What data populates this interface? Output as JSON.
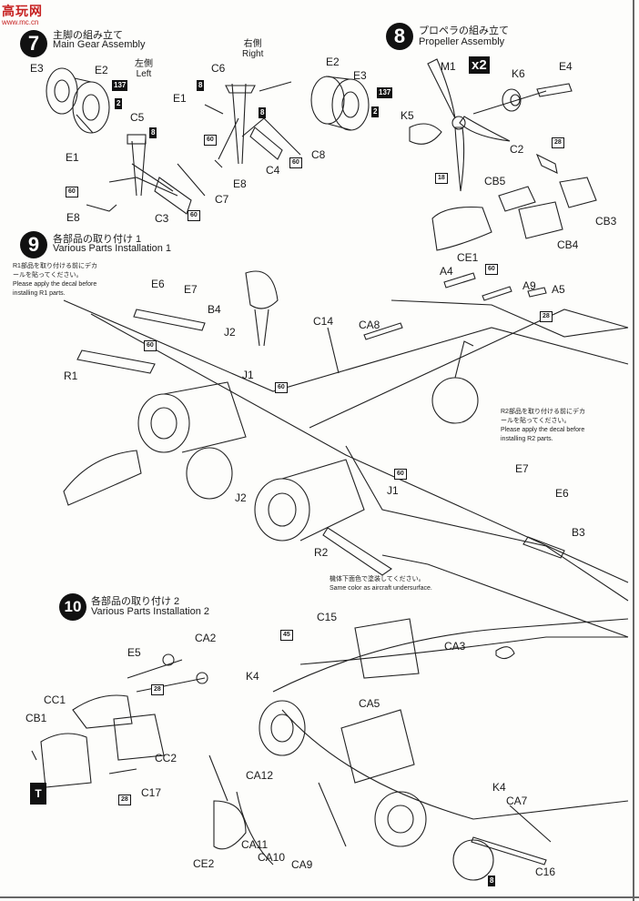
{
  "watermark": {
    "site": "高玩网",
    "sub": "www.mc.cn"
  },
  "steps": [
    {
      "num": "7",
      "jp": "主脚の組み立て",
      "en": "Main Gear Assembly"
    },
    {
      "num": "8",
      "jp": "プロペラの組み立て",
      "en": "Propeller Assembly"
    },
    {
      "num": "9",
      "jp": "各部品の取り付け 1",
      "en": "Various Parts Installation 1"
    },
    {
      "num": "10",
      "jp": "各部品の取り付け 2",
      "en": "Various Parts Installation 2"
    }
  ],
  "sides": {
    "left_jp": "左側",
    "left_en": "Left",
    "right_jp": "右側",
    "right_en": "Right"
  },
  "quantity": "x2",
  "notes": {
    "r1_jp": "R1部品を取り付ける前にデカ",
    "r1_jp2": "ールを貼ってください。",
    "r1_en": "Please apply the decal before",
    "r1_en2": "installing R1 parts.",
    "r2_jp": "R2部品を取り付ける前にデカ",
    "r2_jp2": "ールを貼ってください。",
    "r2_en": "Please apply the decal before",
    "r2_en2": "installing R2 parts.",
    "under_jp": "機体下面色で塗装してください。",
    "under_en": "Same color as aircraft undersurface."
  },
  "parts": {
    "e3_l": "E3",
    "e2_l": "E2",
    "c5": "C5",
    "e1_l": "E1",
    "e8_l": "E8",
    "c3": "C3",
    "c7": "C7",
    "c6": "C6",
    "e1_r": "E1",
    "e8_r": "E8",
    "c4": "C4",
    "c8": "C8",
    "e2_r": "E2",
    "e3_r": "E3",
    "m1": "M1",
    "k6": "K6",
    "e4": "E4",
    "k5": "K5",
    "c2": "C2",
    "cb5": "CB5",
    "cb3": "CB3",
    "cb4": "CB4",
    "ce1": "CE1",
    "e6_a": "E6",
    "e7_a": "E7",
    "b4": "B4",
    "j2_a": "J2",
    "r1": "R1",
    "j1_a": "J1",
    "c14": "C14",
    "ca8": "CA8",
    "a4": "A4",
    "a9": "A9",
    "a5": "A5",
    "j2_b": "J2",
    "j1_b": "J1",
    "e7_b": "E7",
    "e6_b": "E6",
    "b3": "B3",
    "r2": "R2",
    "e5": "E5",
    "ca2": "CA2",
    "cc1": "CC1",
    "cb1": "CB1",
    "cc2": "CC2",
    "c17": "C17",
    "c15": "C15",
    "ca3": "CA3",
    "k4_a": "K4",
    "ca5": "CA5",
    "ca12": "CA12",
    "ca11": "CA11",
    "ca10": "CA10",
    "ca9": "CA9",
    "ce2": "CE2",
    "k4_b": "K4",
    "ca7": "CA7",
    "c16": "C16"
  },
  "callouts": {
    "paint_137": "137",
    "paint_2": "2",
    "paint_8": "8",
    "paint_60": "60",
    "paint_28": "28",
    "paint_18": "18",
    "paint_45": "45",
    "tool": "T"
  },
  "colors": {
    "ink": "#1a1a1a",
    "badge": "#111111",
    "watermark": "#c62020"
  }
}
